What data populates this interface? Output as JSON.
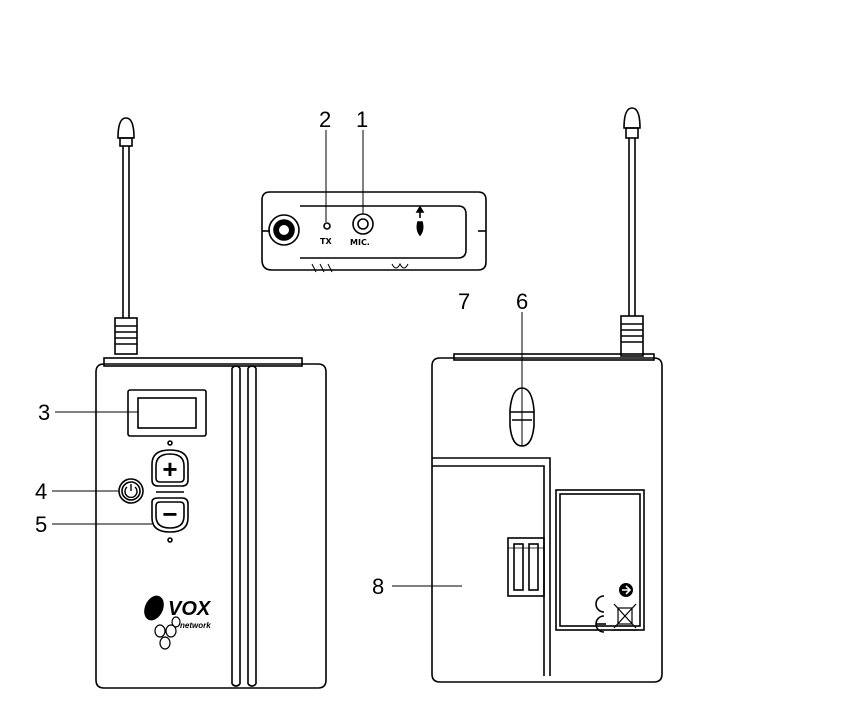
{
  "callouts": [
    {
      "id": "1",
      "label": "1"
    },
    {
      "id": "2",
      "label": "2"
    },
    {
      "id": "3",
      "label": "3"
    },
    {
      "id": "4",
      "label": "4"
    },
    {
      "id": "5",
      "label": "5"
    },
    {
      "id": "6",
      "label": "6"
    },
    {
      "id": "7",
      "label": "7"
    },
    {
      "id": "8",
      "label": "8"
    }
  ],
  "top_view": {
    "tx_label": "TX",
    "mic_label": "MIC."
  },
  "brand": {
    "name": "VOX",
    "sub": "network"
  },
  "buttons": {
    "plus_symbol": "+",
    "minus_symbol": "−"
  }
}
